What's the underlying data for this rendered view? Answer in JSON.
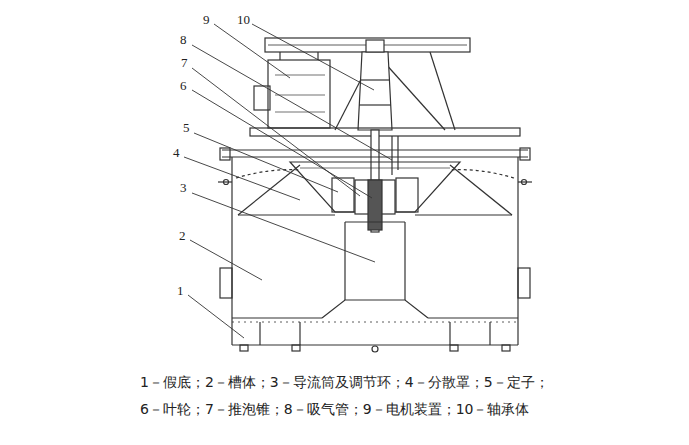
{
  "diagram": {
    "labels": [
      "9",
      "10",
      "8",
      "7",
      "6",
      "5",
      "4",
      "3",
      "2",
      "1",
      "1－假底；2－槽体；3－导流筒及调节环；4－分散罩；5－定子；",
      "6－叶轮；7－推泡锥；8－吸气管；9－电机装置；10－轴承体"
    ]
  }
}
